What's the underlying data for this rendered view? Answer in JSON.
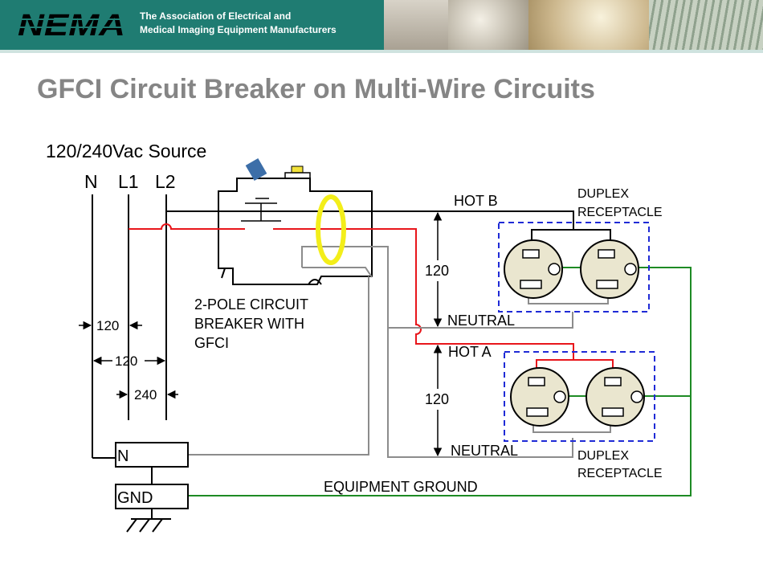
{
  "header": {
    "logo_text": "NEMA",
    "tagline_line1": "The Association of Electrical and",
    "tagline_line2": "Medical Imaging Equipment Manufacturers"
  },
  "slide": {
    "title": "GFCI Circuit Breaker on Multi-Wire Circuits"
  },
  "diagram": {
    "source_label": "120/240Vac Source",
    "conductor_labels": {
      "neutral": "N",
      "line1": "L1",
      "line2": "L2"
    },
    "voltage_n_l1": "120",
    "voltage_n_l2": "120",
    "voltage_l1_l2": "240",
    "breaker_line1": "2-POLE CIRCUIT",
    "breaker_line2": "BREAKER WITH",
    "breaker_line3": "GFCI",
    "hot_b": "HOT B",
    "hot_a": "HOT A",
    "neutral_upper": "NEUTRAL",
    "neutral_lower": "NEUTRAL",
    "voltage_upper": "120",
    "voltage_lower": "120",
    "receptacle_top_line1": "DUPLEX",
    "receptacle_top_line2": "RECEPTACLE",
    "receptacle_bottom_line1": "DUPLEX",
    "receptacle_bottom_line2": "RECEPTACLE",
    "neutral_bar": "N",
    "ground_bar": "GND",
    "equipment_ground": "EQUIPMENT GROUND",
    "colors": {
      "hot_a": "#e8161b",
      "hot_b": "#000000",
      "neutral": "#8c8c8c",
      "ground": "#1e8b24",
      "gfci_sensor": "#f3ee1a",
      "receptacle_outline": "#1f2bd6",
      "receptacle_face": "#eae6cf",
      "header_bg": "#1f7c72",
      "title": "#858585"
    }
  }
}
